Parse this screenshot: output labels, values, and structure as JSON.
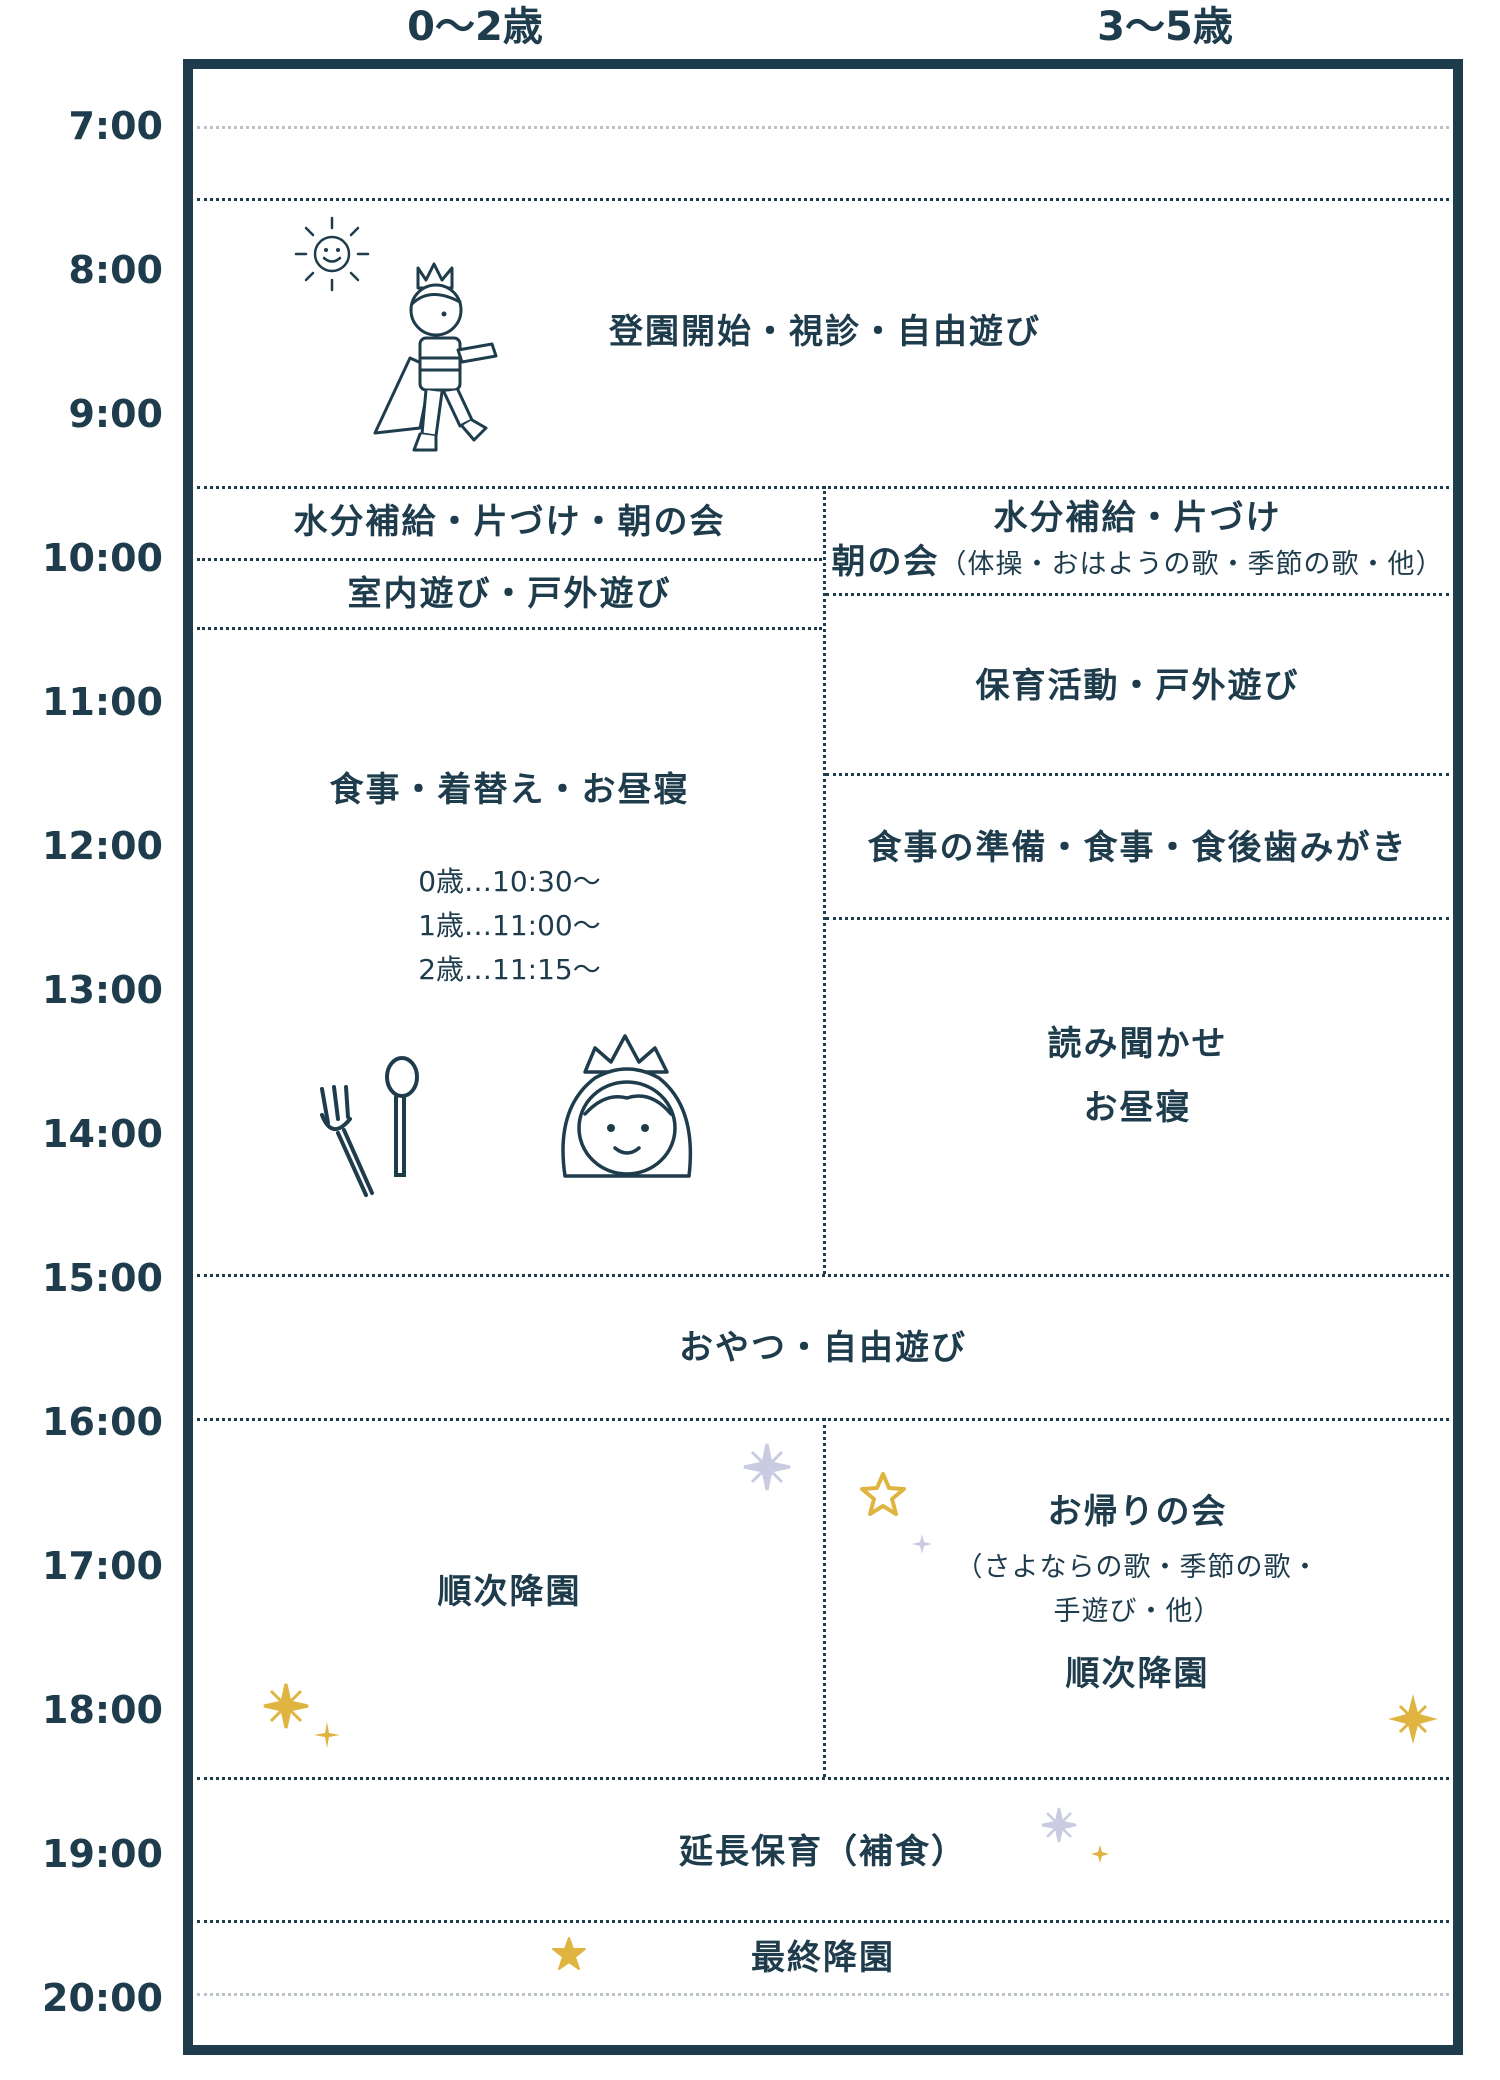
{
  "columns": {
    "left_header": "0〜2歳",
    "right_header": "3〜5歳"
  },
  "times": [
    "7:00",
    "8:00",
    "9:00",
    "10:00",
    "11:00",
    "12:00",
    "13:00",
    "14:00",
    "15:00",
    "16:00",
    "17:00",
    "18:00",
    "19:00",
    "20:00"
  ],
  "activities": {
    "arrival": "登園開始・視診・自由遊び",
    "infant_morning": "水分補給・片づけ・朝の会",
    "infant_play": "室内遊び・戸外遊び",
    "infant_meal": "食事・着替え・お昼寝",
    "infant_meal_times": [
      "0歳…10:30〜",
      "1歳…11:00〜",
      "2歳…11:15〜"
    ],
    "older_morning_line1": "水分補給・片づけ",
    "older_morning_line2": "朝の会",
    "older_morning_note": "（体操・おはようの歌・季節の歌・他）",
    "older_activity": "保育活動・戸外遊び",
    "older_meal": "食事の準備・食事・食後歯みがき",
    "older_rest_line1": "読み聞かせ",
    "older_rest_line2": "お昼寝",
    "snack": "おやつ・自由遊び",
    "infant_departure": "順次降園",
    "older_goodbye": "お帰りの会",
    "older_goodbye_note_line1": "（さよならの歌・季節の歌・",
    "older_goodbye_note_line2": "手遊び・他）",
    "older_departure": "順次降園",
    "extended_care": "延長保育（補食）",
    "final_departure": "最終降園"
  },
  "colors": {
    "navy": "#1e3c4c",
    "gold": "#e0b441",
    "lilac": "#c9cbe0",
    "grey_dots": "#b9c3c8"
  },
  "icons": [
    "sun-icon",
    "prince-icon",
    "fork-icon",
    "spoon-icon",
    "princess-icon",
    "sparkle-icon",
    "star-icon"
  ]
}
